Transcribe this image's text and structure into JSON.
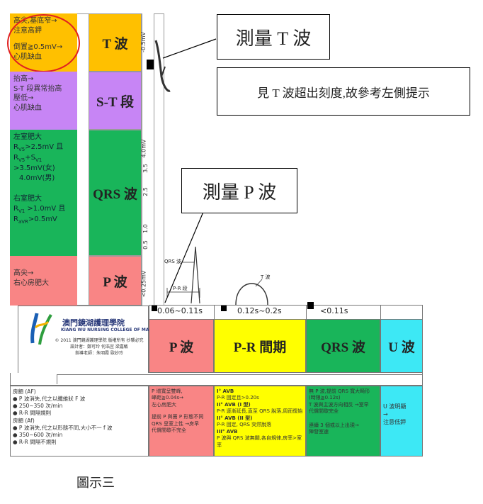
{
  "left_table": {
    "t_notes": [
      "高尖,基底窄→",
      "注意高鉀",
      "倒置≧0.5mV→",
      "心肌缺血"
    ],
    "st_notes": [
      "抬高→",
      "S-T 段異常抬高",
      "壓低→",
      "心肌缺血"
    ],
    "qrs_notes_1": [
      "左室肥大",
      "R",
      "V5",
      ">2.5mV 且",
      "R",
      "V5",
      "+S",
      "V1",
      ">3.5mV(女)",
      "4.0mV(男)"
    ],
    "qrs_notes_2": [
      "右室肥大",
      "R",
      "V1",
      " >1.0mV 且",
      "R",
      "aVR",
      ">0.5mV"
    ],
    "p_notes": [
      "高尖→",
      "右心房肥大"
    ],
    "labels": {
      "t": "T 波",
      "st": "S-T 段",
      "qrs": "QRS 波",
      "p": "P 波"
    }
  },
  "scale": {
    "t": "-0.5mV",
    "qrs": [
      "4.0mV",
      "3.5",
      "2.5",
      "1.0",
      "0.5"
    ],
    "p": "<0.25mV"
  },
  "callouts": {
    "t_title": "測量 T 波",
    "t_note": "見 T 波超出刻度,故參考左側提示",
    "p_title": "測量 P 波"
  },
  "waveform": {
    "qrs": "QRS 波",
    "t": "T 波",
    "pr": "P-R 段"
  },
  "durations": [
    "0.06~0.11s",
    "0.12s~0.2s",
    "<0.11s"
  ],
  "logo": {
    "name_cn": "澳門鏡湖護理學院",
    "name_en": "KIANG WU NURSING COLLEGE OF MACAU",
    "credits": [
      "© 2011 澳門鏡湖護理學院 版權所有 抄襲必究",
      "設計者：鄭可玲  何浩宜  梁嘉敏",
      "指導老師：朱明霞  歐妙玲"
    ]
  },
  "headers": {
    "p": "P 波",
    "pr": "P-R 間期",
    "qrs": "QRS 波",
    "u": "U 波"
  },
  "bottom": {
    "af": [
      "房顫 (AF)",
      "● P 波消失,代之以纖維狀 F 波",
      "● 250~350 次/min",
      "● R-R 間隔規則",
      "房顫 (Af)",
      "● P 波消失,代之以形態不同,大小不一 f 波",
      "● 350~600 次/min",
      "● R-R 間隔不規則"
    ],
    "p": [
      "P 增寬呈雙峰,",
      "峰距≧0.04s→",
      "左心房肥大",
      "提前 P 與竇 P 形態不同",
      "QRS 呈室上性",
      "代償間歇不完全",
      "→房早"
    ],
    "pr": [
      "I° AVB",
      "P-R 固定且>0.20s",
      "II° AVB (I 型)",
      "P-R 逐漸延長,直至 QRS 脫落,周而復始",
      "II° AVB (II 型)",
      "P-R 固定, QRS 突然脫落",
      "III° AVB",
      "P 波與 QRS 波無關,各自規律,房率>室率"
    ],
    "qrs": [
      "無 P 波,提前 QRS 寬大畸形",
      "(時限≧0.12s)",
      "T 波與主波方向相反",
      "代償間歇完全",
      "→室早",
      "連續 3 個或以上出現→",
      "陣發室速"
    ],
    "u": [
      "U 波明顯",
      "→",
      "注意低鉀"
    ]
  },
  "caption": "圖示三"
}
